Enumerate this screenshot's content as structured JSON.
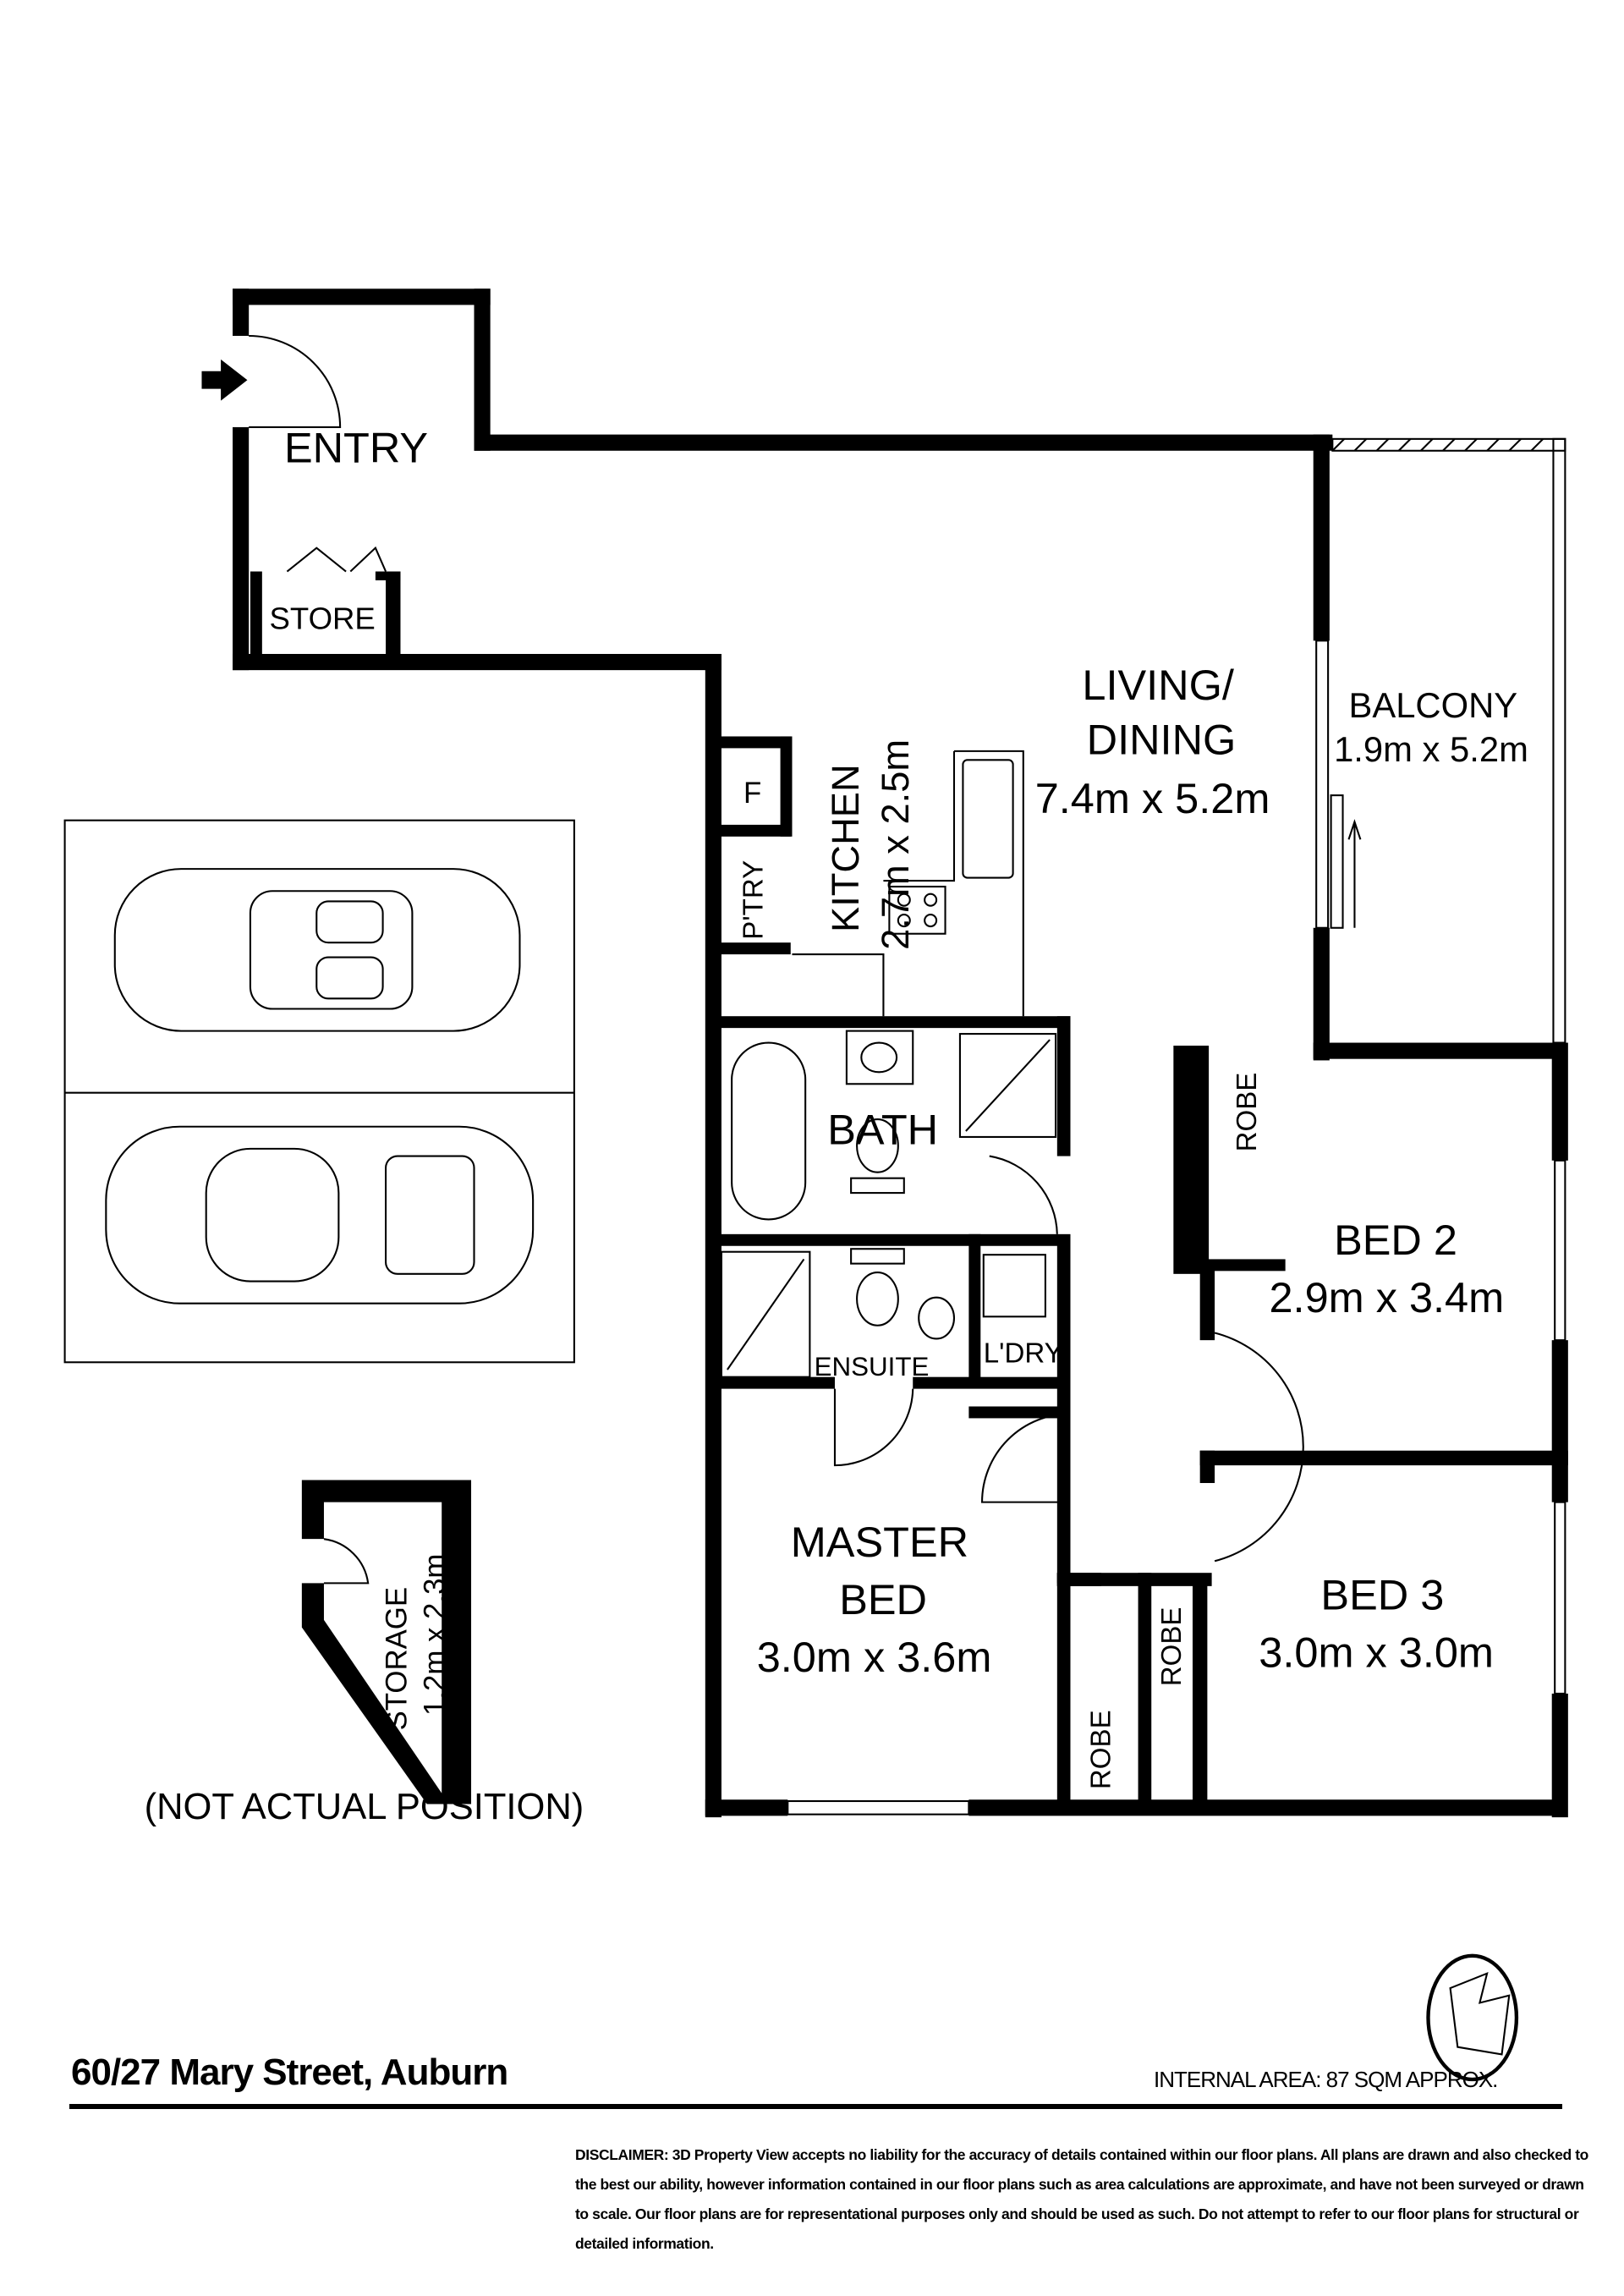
{
  "rooms": {
    "entry": "ENTRY",
    "store": "STORE",
    "living_line1": "LIVING/",
    "living_line2": "DINING",
    "living_size": "7.4m x 5.2m",
    "balcony": "BALCONY",
    "balcony_size": "1.9m x 5.2m",
    "fridge": "F",
    "pantry": "P'TRY",
    "kitchen": "KITCHEN",
    "kitchen_size": "2.7m x 2.5m",
    "bath": "BATH",
    "ensuite": "ENSUITE",
    "laundry": "L'DRY",
    "bed2": "BED 2",
    "bed2_size": "2.9m x 3.4m",
    "master_line1": "MASTER",
    "master_line2": "BED",
    "master_size": "3.0m x 3.6m",
    "robe": "ROBE",
    "bed3": "BED 3",
    "bed3_size": "3.0m x 3.0m",
    "storage": "STORAGE",
    "storage_size": "1.2m x 2.3m",
    "not_actual": "(NOT ACTUAL POSITION)"
  },
  "footer": {
    "address": "60/27 Mary Street, Auburn",
    "internal_area": "INTERNAL AREA: 87 SQM APPROX.",
    "disclaimer": "DISCLAIMER: 3D Property View accepts no liability for the accuracy of details contained within our floor plans. All plans are drawn and also checked to the best our ability, however information contained in our floor plans such as area calculations are approximate, and have not been surveyed or drawn to scale. Our floor plans are for representational purposes only and should be used as such. Do not attempt to refer to our floor plans for structural or detailed information."
  },
  "icons": {
    "compass": "north-arrow-icon",
    "entry": "entry-arrow-icon"
  }
}
